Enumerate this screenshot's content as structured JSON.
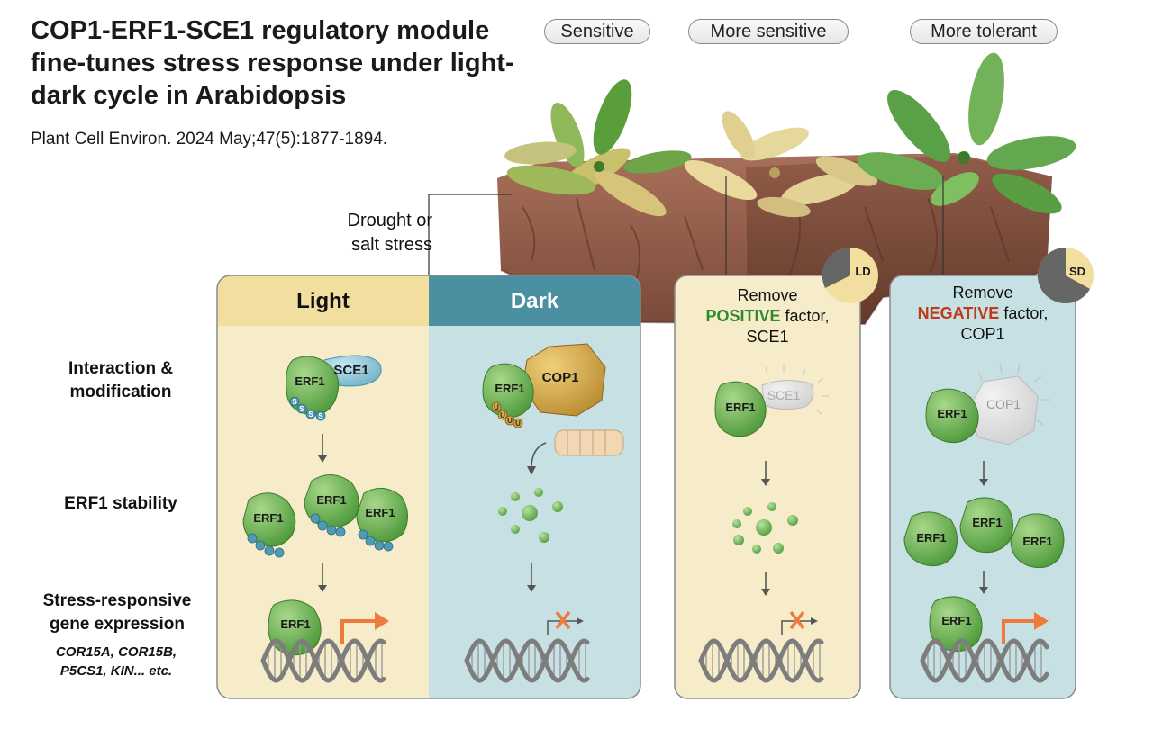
{
  "title": "COP1-ERF1-SCE1 regulatory module fine-tunes stress response under light-dark cycle in Arabidopsis",
  "citation": "Plant Cell Environ. 2024 May;47(5):1877-1894.",
  "phenotypes": [
    "Sensitive",
    "More sensitive",
    "More tolerant"
  ],
  "stress_label": [
    "Drought or",
    "salt stress"
  ],
  "row_labels": {
    "interaction": [
      "Interaction &",
      "modification"
    ],
    "stability": "ERF1 stability",
    "expression": [
      "Stress-responsive",
      "gene expression"
    ],
    "genes": [
      "COR15A, COR15B,",
      "P5CS1, KIN... etc."
    ]
  },
  "panels": {
    "light": "Light",
    "dark": "Dark",
    "ld_badge": "LD",
    "sd_badge": "SD",
    "remove_positive": {
      "line1": "Remove",
      "keyword": "POSITIVE",
      "rest": " factor,",
      "line3": "SCE1"
    },
    "remove_negative": {
      "line1": "Remove",
      "keyword": "NEGATIVE",
      "rest": " factor,",
      "line3": "COP1"
    }
  },
  "proteins": {
    "erf1": "ERF1",
    "sce1": "SCE1",
    "cop1": "COP1",
    "sumo": "S",
    "ubiquitin": "U"
  },
  "colors": {
    "light_panel": "#f6ecc9",
    "light_header": "#f2dfa0",
    "dark_panel": "#c6e0e3",
    "dark_header": "#4a90a0",
    "erf1_green": "#72b35a",
    "sce1_blue": "#8fc6d8",
    "cop1_gold": "#d3a84a",
    "arrow_orange": "#ee7a3b",
    "positive": "#2e8b2e",
    "negative": "#c0391b"
  }
}
